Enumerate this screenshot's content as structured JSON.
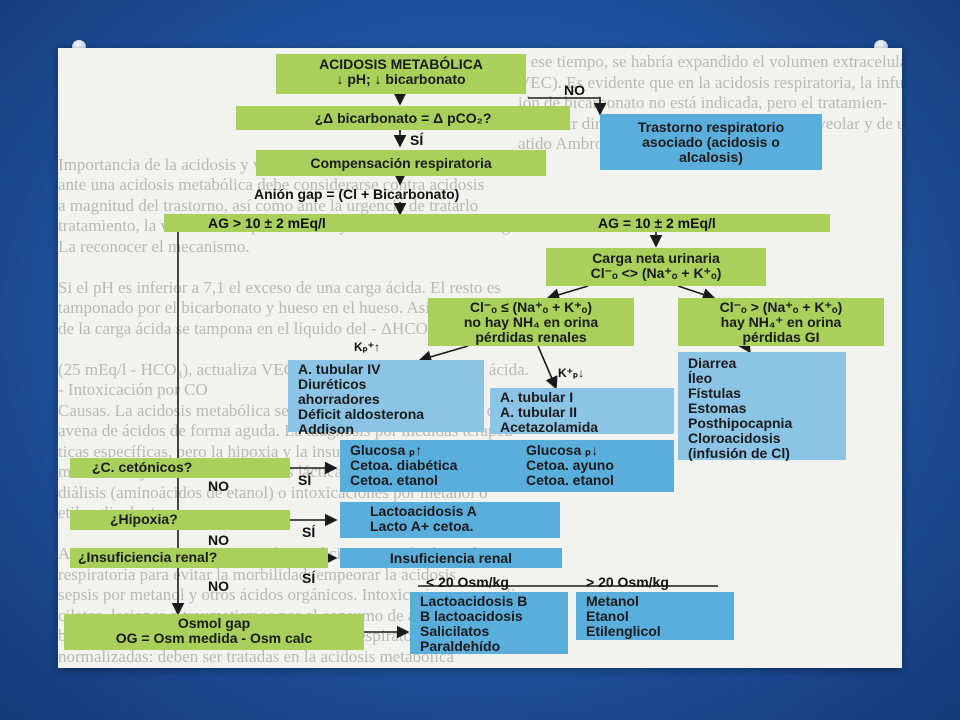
{
  "nodes": {
    "acidosis_title": "ACIDOSIS METABÓLICA",
    "acidosis_sub": "↓ pH; ↓ bicarbonato",
    "delta_question": "¿Δ bicarbonato = Δ pCO₂?",
    "trastorno": "Trastorno respiratorio asociado (acidosis o alcalosis)",
    "compensacion": "Compensación respiratoria",
    "anion_gap": "Anión gap = (Cl + Bicarbonato)",
    "ag_high": "AG > 10 ± 2 mEq/l",
    "ag_normal": "AG = 10 ± 2 mEq/l",
    "carga_line1": "Carga neta urinaria",
    "carga_line2": "Cl⁻ₒ <> (Na⁺ₒ + K⁺ₒ)",
    "cl_le_line1": "Cl⁻ₒ ≤ (Na⁺ₒ + K⁺ₒ)",
    "cl_le_line2": "no hay NH₄ en orina",
    "cl_le_line3": "pérdidas renales",
    "cl_gt_line1": "Cl⁻ₒ > (Na⁺ₒ + K⁺ₒ)",
    "cl_gt_line2": "hay NH₄⁺ en orina",
    "cl_gt_line3": "pérdidas GI",
    "kp_up": "Kₚ⁺↑",
    "kp_down": "K⁺ₚ↓",
    "tubular_iv": [
      "A. tubular IV",
      "Diuréticos",
      "ahorradores",
      "Déficit aldosterona",
      "Addison"
    ],
    "tubular_i": [
      "A. tubular I",
      "A. tubular II",
      "Acetazolamida"
    ],
    "diarrea": [
      "Diarrea",
      "Íleo",
      "Fístulas",
      "Estomas",
      "Posthipocapnia",
      "Cloroacidosis",
      "(infusión de Cl)"
    ],
    "c_cetonicos": "¿C. cetónicos?",
    "glucosa_up": [
      "Glucosa ₚ↑",
      "Cetoa. diabética",
      "Cetoa. etanol"
    ],
    "glucosa_down": [
      "Glucosa ₚ↓",
      "Cetoa. ayuno",
      "Cetoa. etanol"
    ],
    "hipoxia": "¿Hipoxia?",
    "lactoacidosis": [
      "Lactoacidosis A",
      "Lacto A+ cetoa."
    ],
    "insuficiencia_q": "¿Insuficiencia renal?",
    "insuficiencia_renal": "Insuficiencia renal",
    "osm_low": "< 20 Osm/kg",
    "osm_high": "> 20 Osm/kg",
    "osmol_line1": "Osmol gap",
    "osmol_line2": "OG = Osm medida - Osm calc",
    "lacto_b": [
      "Lactoacidosis B",
      "B lactoacidosis",
      "Salicilatos",
      "Paraldehído"
    ],
    "metanol": [
      "Metanol",
      "Etanol",
      "Etilenglicol"
    ]
  },
  "labels": {
    "no": "NO",
    "si": "SÍ"
  },
  "background_text": [
    "n ese tiempo, se habría expandido el volumen extracelular",
    "VEC). Es evidente que en la acidosis respiratoria, la infu-",
    "ión de bicarbonato no está indicada, pero el tratamien-",
    "o debe ir dirigido a mejorar la ventilación alveolar y de un",
    "atido Ambroxol ml",
    "Importancia de la acidosis y velocidad de corrección. Cuando se está",
    "ante una acidosis metabólica debe considerarse contra acidosis",
    "a magnitud del trastorno, así como ante la urgencia de tratarlo",
    "tratamiento, la velocidad de producción ayuda a conocer la etiología",
    "La reconocer el mecanismo.",
    "",
    "Si el pH es inferior a 7,1 el exceso de una carga ácida. El resto es",
    "tamponado por el bicarbonato y hueso en el hueso. Así pues, el 40%",
    "de la carga ácida se tampona en el líquido del - ΔHCO₃ equimatal",
    "",
    "(25 mEq/l - HCO₃), actualiza VEC = 0.4 del déficit de la carga ácida.",
    "- Intoxicación por CO",
    "Causas. La acidosis metabólica se produce por la acumulación de",
    "avena de ácidos de forma aguda. La diagnosis por medidas terapéu-",
    "ticas específicas, pero la hipoxia y la insuficiencia renal con",
    "mecanismo y tratamiento: acidosis láctica, acidosis láctica,",
    "diálisis (aminoácidos de etanol) o intoxicaciones por metanol o",
    "etilenglicol, etc.",
    "",
    "Asimismo, es crítico reconocer la insuficiencia renal y la acidosis",
    "respiratoria para evitar la morbilidad: empeorar la acidosis",
    "sepsis por metanol y otros ácidos orgánicos. Intoxicaciones por sali-",
    "cilatos, lesiones o traumatismos por el consumo de alcohol y",
    "bronconeumopatía crónica. En las acidosis respiratorias",
    "normalizadas: deben ser tratadas en la acidosis metabólica"
  ]
}
